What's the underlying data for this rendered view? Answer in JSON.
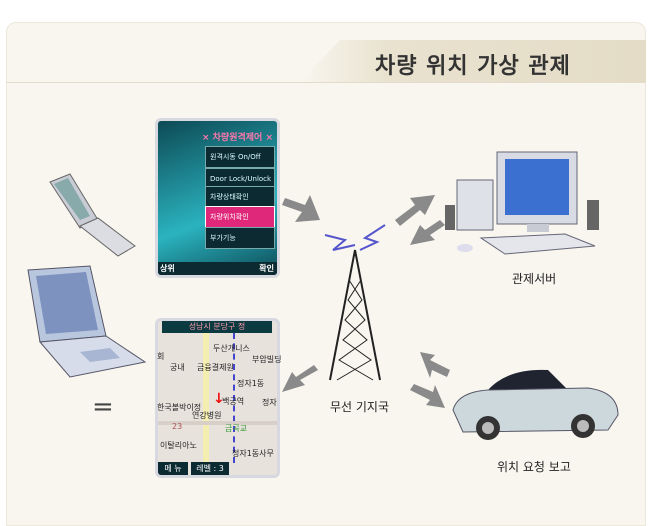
{
  "title": "차량 위치 가상 관제",
  "labels": {
    "server": "관제서버",
    "tower": "무선 기지국",
    "car": "위치 요청 보고",
    "equals": "="
  },
  "phone_menu": {
    "header": "× 차량원격제어 ×",
    "items": [
      "원격시동 On/Off",
      "Door Lock/Unlock",
      "차량상태확인",
      "차량위치확인",
      "부가기능"
    ],
    "selected": 3,
    "left_soft": "상위",
    "right_soft": "확인"
  },
  "phone_map": {
    "header": "성남시 분당구 정",
    "places": [
      "두산개니스",
      "부암빌딩",
      "궁내",
      "금융결제원",
      "정자1동",
      "백궁역",
      "한국볼박이정",
      "연강병원",
      "23",
      "금곡교",
      "이탈리아노",
      "정자1동사무",
      "정자",
      "회"
    ],
    "menu_btn": "메 뉴",
    "level": "레벨 : 3"
  }
}
